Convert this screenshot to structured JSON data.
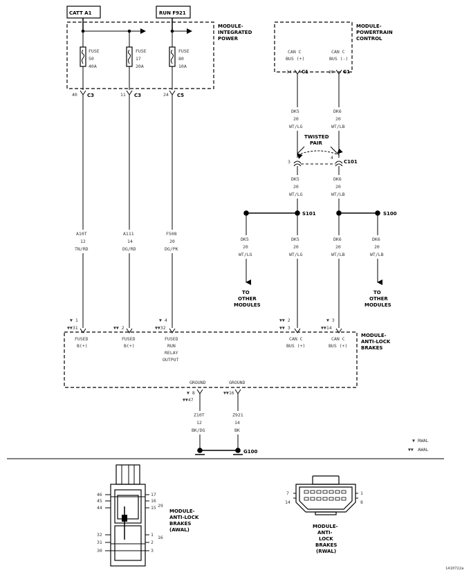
{
  "fuse_module": {
    "battery_label": "CATT A1",
    "run_label": "RUN F921",
    "title": [
      "MODULE-",
      "INTEGRATED",
      "POWER"
    ],
    "fuses": [
      {
        "lines": [
          "FUSE",
          "50",
          "40A"
        ],
        "pin": "40",
        "conn": "C3"
      },
      {
        "lines": [
          "FUSE",
          "17",
          "20A"
        ],
        "pin": "11",
        "conn": "C3"
      },
      {
        "lines": [
          "FUSE",
          "80",
          "10A"
        ],
        "pin": "24",
        "conn": "C5"
      }
    ]
  },
  "pcm": {
    "title": [
      "MODULE-",
      "POWERTRAIN",
      "CONTROL"
    ],
    "pins": [
      {
        "lines": [
          "CAN C",
          "BUS (+)"
        ],
        "pin": "34",
        "conn": "C1"
      },
      {
        "lines": [
          "CAN C",
          "BUS (-)"
        ],
        "pin": "20",
        "conn": "C1"
      }
    ]
  },
  "upper_wires": [
    {
      "lines": [
        "DK5",
        "20",
        "WT/LG"
      ]
    },
    {
      "lines": [
        "DK6",
        "20",
        "WT/LB"
      ]
    }
  ],
  "twisted_pair": {
    "label": [
      "TWISTED",
      "PAIR"
    ],
    "pin_left": "3",
    "pin_right": "4",
    "conn": "C101"
  },
  "lower_wires": [
    {
      "lines": [
        "DK5",
        "20",
        "WT/LG"
      ]
    },
    {
      "lines": [
        "DK6",
        "20",
        "WT/LB"
      ]
    }
  ],
  "splices": {
    "s101": "S101",
    "s100": "S100"
  },
  "branch_wires": [
    {
      "lines": [
        "DK5",
        "20",
        "WT/LG"
      ]
    },
    {
      "lines": [
        "DK5",
        "20",
        "WT/LG"
      ]
    },
    {
      "lines": [
        "DK6",
        "20",
        "WT/LB"
      ]
    },
    {
      "lines": [
        "DK6",
        "20",
        "WT/LB"
      ]
    }
  ],
  "to_other": [
    {
      "lines": [
        "TO",
        "OTHER",
        "MODULES"
      ]
    },
    {
      "lines": [
        "TO",
        "OTHER",
        "MODULES"
      ]
    }
  ],
  "power_wires": [
    {
      "lines": [
        "A10T",
        "12",
        "TN/RD"
      ]
    },
    {
      "lines": [
        "A111",
        "14",
        "DG/RD"
      ]
    },
    {
      "lines": [
        "F508",
        "20",
        "DG/PK"
      ]
    }
  ],
  "abs": {
    "title": [
      "MODULE-",
      "ANTI-LOCK",
      "BRAKES"
    ],
    "pins": [
      {
        "rwal": "▼ 1",
        "awal": "▼▼31",
        "lines": [
          "FUSED",
          "B(+)"
        ]
      },
      {
        "rwal": "",
        "awal": "▼▼ 2",
        "lines": [
          "FUSED",
          "B(+)"
        ]
      },
      {
        "rwal": "▼ 4",
        "awal": "▼▼32",
        "lines": [
          "FUSED",
          "RUN",
          "RELAY",
          "OUTPUT"
        ]
      },
      {
        "rwal": "▼▼ 2",
        "awal": "▼▼ 3",
        "lines": [
          "CAN C",
          "BUS (+)"
        ]
      },
      {
        "rwal": "▼ 3",
        "awal": "▼▼14",
        "lines": [
          "CAN C",
          "BUS (+)"
        ]
      }
    ],
    "grounds": [
      {
        "label": "GROUND",
        "rwal": "▼ 8",
        "awal": "▼▼47"
      },
      {
        "label": "GROUND",
        "rwal": "",
        "awal": "▼▼16"
      }
    ]
  },
  "ground_wires": [
    {
      "lines": [
        "Z10T",
        "12",
        "BK/DG"
      ]
    },
    {
      "lines": [
        "Z921",
        "14",
        "BK"
      ]
    }
  ],
  "ground_label": "G100",
  "legend": [
    {
      "symbol": "▼",
      "text": "RWAL"
    },
    {
      "symbol": "▼▼",
      "text": "AWAL"
    }
  ],
  "connector_left": {
    "pins_left": [
      "46",
      "45",
      "44",
      "32",
      "31",
      "30"
    ],
    "pins_right": [
      "17",
      "16",
      "15",
      "1",
      "2",
      "3"
    ],
    "pins_side": [
      "29",
      "16"
    ],
    "title": [
      "MODULE-",
      "ANTI-LOCK",
      "BRAKES",
      "(AWAL)"
    ]
  },
  "connector_right": {
    "pins_left": [
      "7",
      "14"
    ],
    "pins_right": [
      "1",
      "8"
    ],
    "title": [
      "MODULE-",
      "ANTI-",
      "LOCK",
      "BRAKES",
      "(RWAL)"
    ]
  },
  "figure_id": "1410722a"
}
